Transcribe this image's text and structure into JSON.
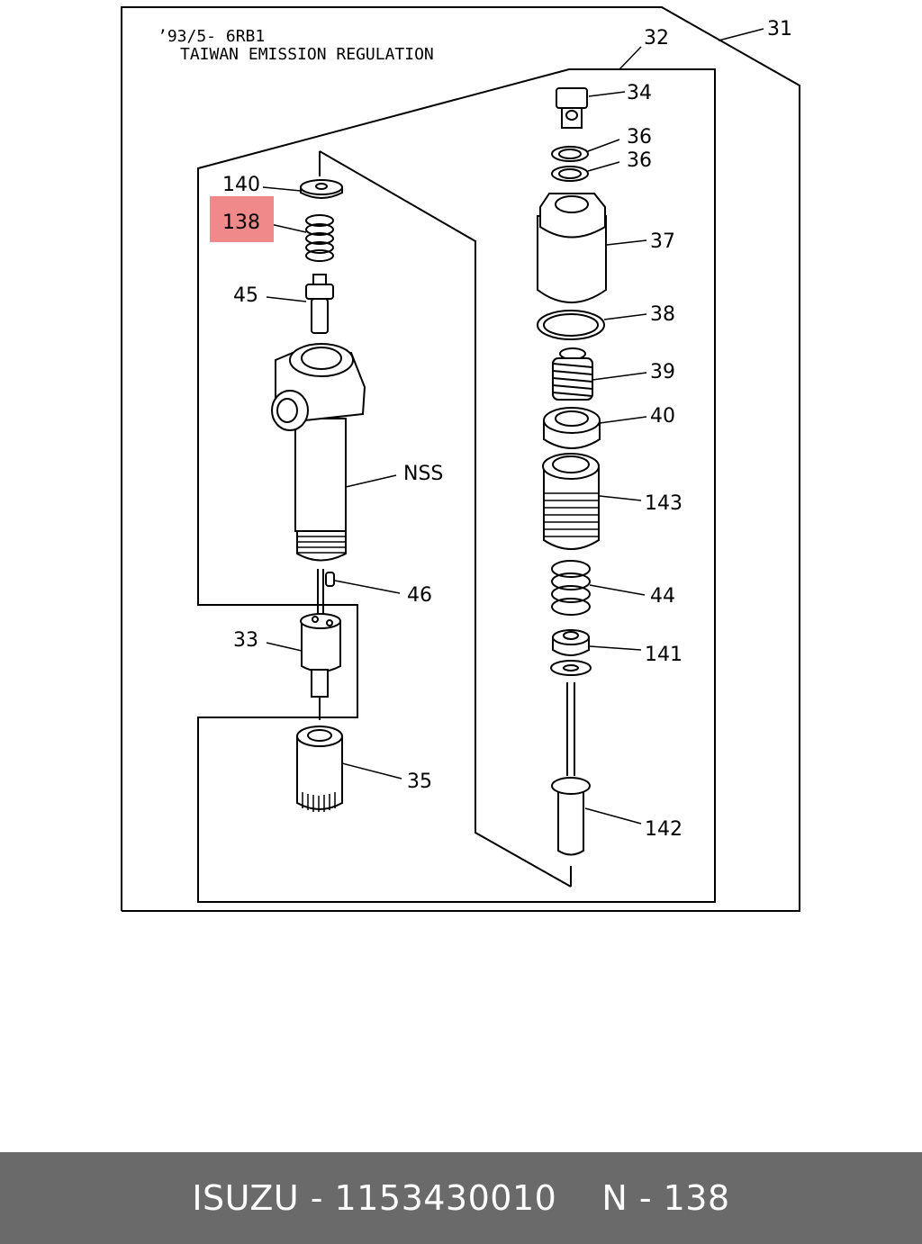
{
  "header": {
    "line1": "’93/5- 6RB1",
    "line2": "TAIWAN EMISSION REGULATION"
  },
  "highlight_color": "#f08a8a",
  "footer": {
    "brand": "ISUZU",
    "part_number": "1153430010",
    "ref": "N - 138",
    "separator": " - "
  },
  "callouts": {
    "c31": "31",
    "c32": "32",
    "c34": "34",
    "c36a": "36",
    "c36b": "36",
    "c37": "37",
    "c38": "38",
    "c39": "39",
    "c40": "40",
    "c143": "143",
    "c44": "44",
    "c141": "141",
    "c142": "142",
    "c140": "140",
    "c138": "138",
    "c45": "45",
    "cnss": "NSS",
    "c46": "46",
    "c33": "33",
    "c35": "35"
  }
}
